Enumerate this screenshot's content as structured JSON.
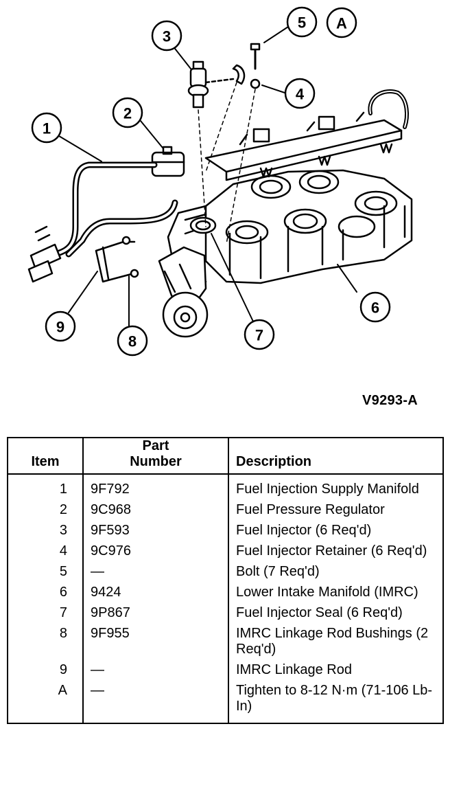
{
  "figure": {
    "callouts": [
      "1",
      "2",
      "3",
      "4",
      "5",
      "A",
      "6",
      "7",
      "8",
      "9"
    ],
    "reference_code": "V9293-A"
  },
  "table": {
    "headers": {
      "item": "Item",
      "part_line1": "Part",
      "part_line2": "Number",
      "description": "Description"
    },
    "rows": [
      {
        "item": "1",
        "part": "9F792",
        "desc": "Fuel Injection Supply Manifold"
      },
      {
        "item": "2",
        "part": "9C968",
        "desc": "Fuel Pressure Regulator"
      },
      {
        "item": "3",
        "part": "9F593",
        "desc": "Fuel Injector (6 Req'd)"
      },
      {
        "item": "4",
        "part": "9C976",
        "desc": "Fuel Injector Retainer (6 Req'd)"
      },
      {
        "item": "5",
        "part": "—",
        "desc": "Bolt (7 Req'd)"
      },
      {
        "item": "6",
        "part": "9424",
        "desc": "Lower Intake Manifold (IMRC)"
      },
      {
        "item": "7",
        "part": "9P867",
        "desc": "Fuel Injector Seal (6 Req'd)"
      },
      {
        "item": "8",
        "part": "9F955",
        "desc": "IMRC Linkage Rod Bushings (2 Req'd)"
      },
      {
        "item": "9",
        "part": "—",
        "desc": "IMRC Linkage Rod"
      },
      {
        "item": "A",
        "part": "—",
        "desc": "Tighten to 8-12 N·m (71-106 Lb-In)"
      }
    ]
  }
}
